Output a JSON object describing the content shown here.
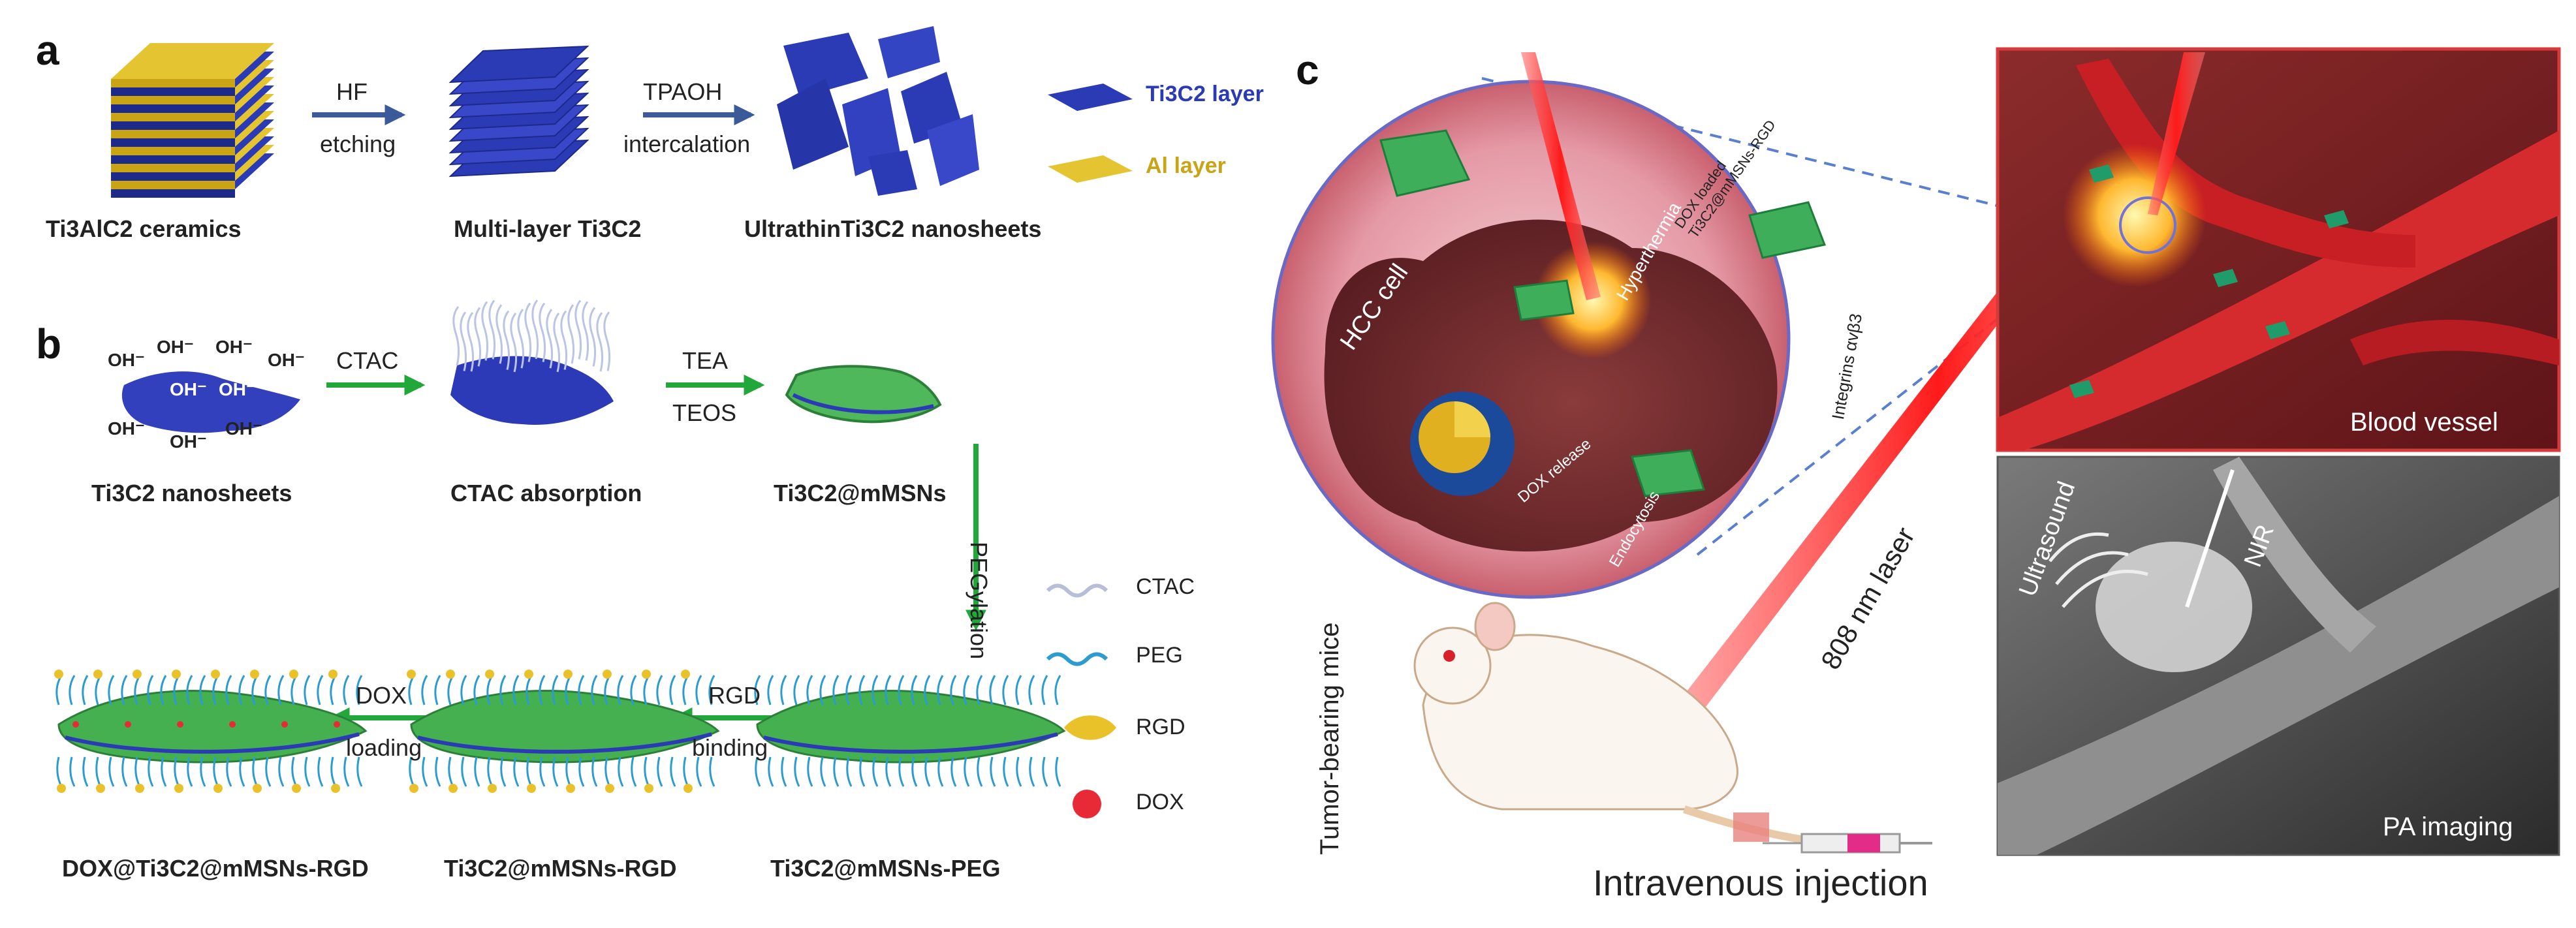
{
  "panel_a": {
    "letter": "a",
    "captions": [
      "Ti3AlC2 ceramics",
      "Multi-layer Ti3C2",
      "UltrathinTi3C2 nanosheets"
    ],
    "arrow1": {
      "top": "HF",
      "bottom": "etching"
    },
    "arrow2": {
      "top": "TPAOH",
      "bottom": "intercalation"
    },
    "legend": [
      {
        "label": "Ti3C2 layer",
        "color": "#2b3bb5"
      },
      {
        "label": "Al layer",
        "color": "#e4c431"
      }
    ]
  },
  "panel_b": {
    "letter": "b",
    "hydroxyl": "OH⁻",
    "arrow1": {
      "top": "CTAC",
      "bottom": ""
    },
    "arrow2": {
      "top": "TEA",
      "bottom": "TEOS"
    },
    "arrow3": "PEGylation",
    "arrow4": {
      "top": "RGD",
      "bottom": "binding"
    },
    "arrow5": {
      "top": "DOX",
      "bottom": "loading"
    },
    "captions_top": [
      "Ti3C2 nanosheets",
      "CTAC absorption",
      "Ti3C2@mMSNs"
    ],
    "captions_bottom": [
      "DOX@Ti3C2@mMSNs-RGD",
      "Ti3C2@mMSNs-RGD",
      "Ti3C2@mMSNs-PEG"
    ],
    "legend": [
      {
        "label": "CTAC",
        "icon": "ctac-wave-icon"
      },
      {
        "label": "PEG",
        "icon": "peg-wave-icon"
      },
      {
        "label": "RGD",
        "icon": "rgd-cone-icon"
      },
      {
        "label": "DOX",
        "icon": "dox-sphere-icon"
      }
    ]
  },
  "panel_c": {
    "letter": "c",
    "cell_label": "HCC cell",
    "hyperthermia": "Hyperthermia",
    "dox_release": "DOX release",
    "endocytosis": "Endocytosis",
    "dox_loaded": "DOX loaded Ti3C2@mMSNs-RGD",
    "integrins": "Integrins αvβ3",
    "laser": "808 nm laser",
    "mice": "Tumor-bearing mice",
    "injection": "Intravenous injection",
    "blood_vessel": "Blood vessel",
    "pa_imaging": "PA imaging",
    "ultrasound": "Ultrasound",
    "nir": "NIR"
  },
  "colors": {
    "ti3c2": "#2b3bb5",
    "al": "#e4c431",
    "arrow_blue": "#3b5a9a",
    "arrow_green": "#22a83a",
    "silica": "#3fa84a",
    "laser_red": "#e3202a",
    "vessel_red": "#c0202a"
  }
}
